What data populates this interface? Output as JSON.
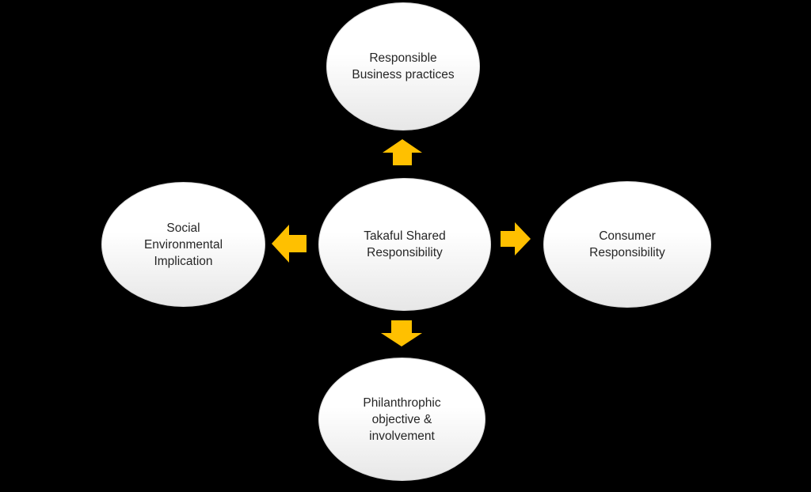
{
  "colors": {
    "canvas_bg": "#000000",
    "arrow_fill": "#FFC000",
    "ellipse_top": "#ffffff",
    "ellipse_bottom": "#e7e7e7",
    "ellipse_border": "#d6d6d6",
    "text": "#262626"
  },
  "nodes": {
    "center": {
      "label": "Takaful Shared\nResponsibility"
    },
    "top": {
      "label": "Responsible\nBusiness practices"
    },
    "left": {
      "label": "Social\nEnvironmental\nImplication"
    },
    "right": {
      "label": "Consumer\nResponsibility"
    },
    "bottom": {
      "label": "Philanthrophic\nobjective &\ninvolvement"
    }
  },
  "arrows": {
    "up": {
      "direction": "up"
    },
    "left": {
      "direction": "left"
    },
    "right": {
      "direction": "right"
    },
    "down": {
      "direction": "down"
    }
  }
}
